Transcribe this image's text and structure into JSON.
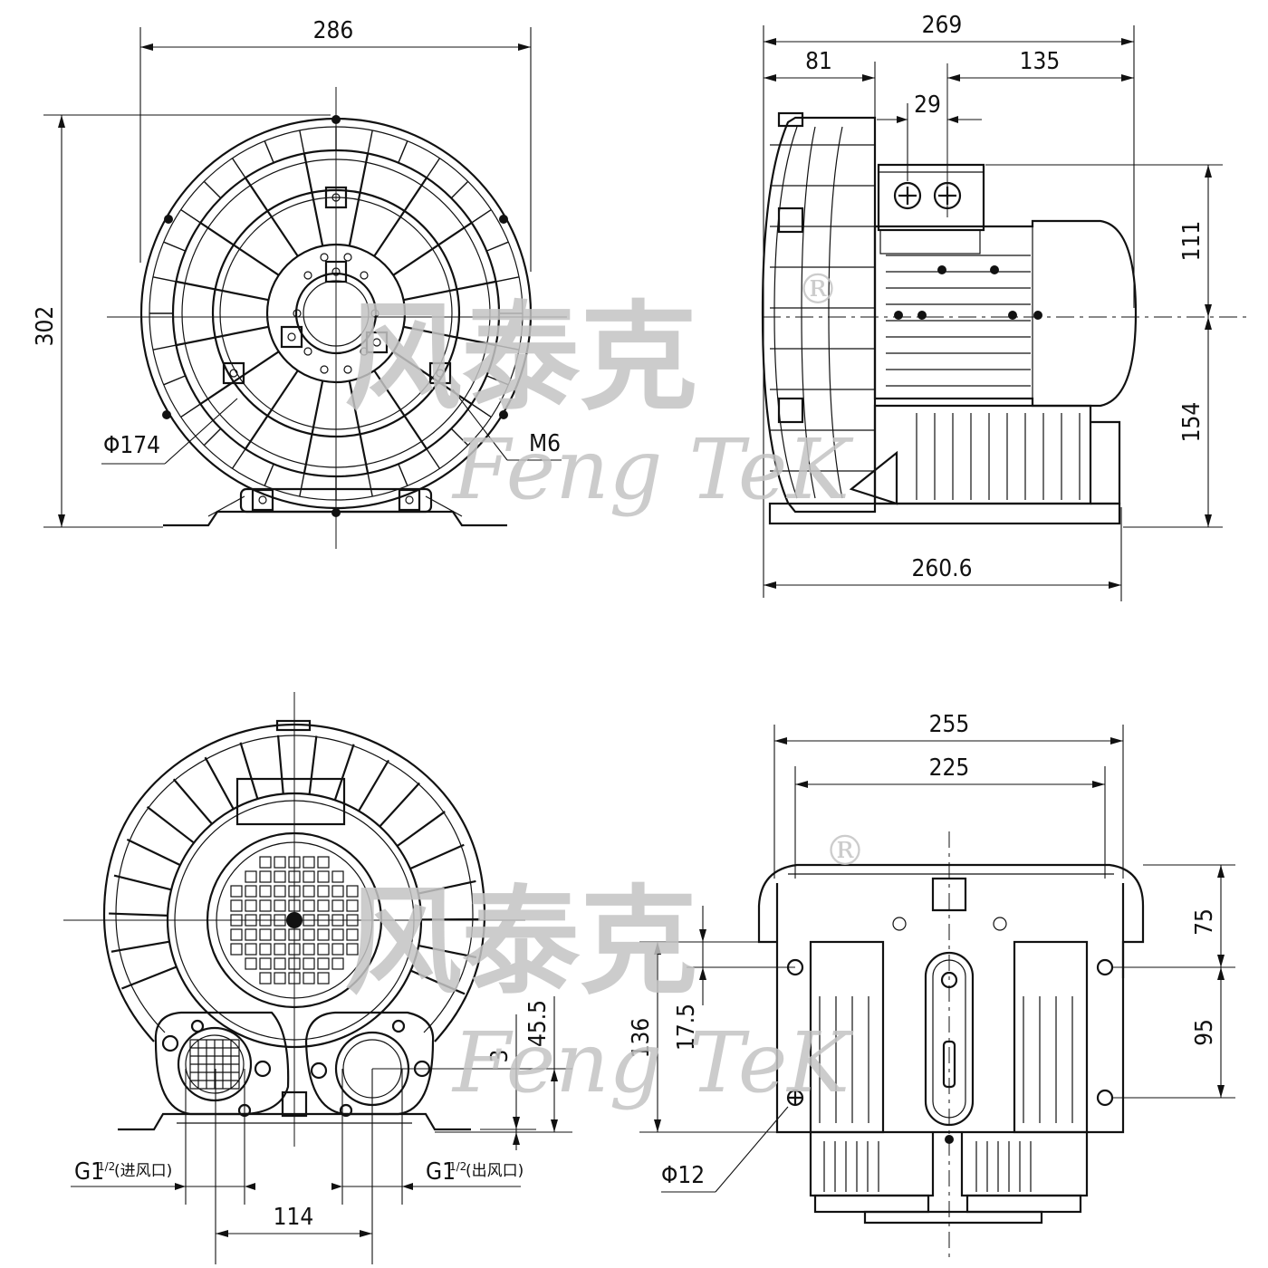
{
  "views": {
    "front": {
      "width": "286",
      "height": "302",
      "diameter": "Φ174",
      "thread": "M6"
    },
    "side": {
      "overall": "269",
      "left_offset": "81",
      "right_offset": "135",
      "terminal_gap": "29",
      "upper_height": "111",
      "lower_height": "154",
      "base_length": "260.6"
    },
    "rear": {
      "port_spacing": "114",
      "port_height": "45.5",
      "port_offset": "3",
      "inlet_port": "G1½(进风口)",
      "outlet_port": "G1½(出风口)",
      "inlet_thread": "G1",
      "inlet_fraction": "1/2",
      "inlet_label": "(进风口)",
      "outlet_thread": "G1",
      "outlet_fraction": "1/2",
      "outlet_label": "(出风口)"
    },
    "bottom": {
      "outer_width": "255",
      "inner_width": "225",
      "upper_spacing": "75",
      "lower_spacing": "95",
      "total_height": "136",
      "small_height": "17.5",
      "hole_diameter": "Φ12"
    }
  },
  "watermark": {
    "chinese": "风泰克",
    "latin": "Feng TeK",
    "registered": "®"
  }
}
